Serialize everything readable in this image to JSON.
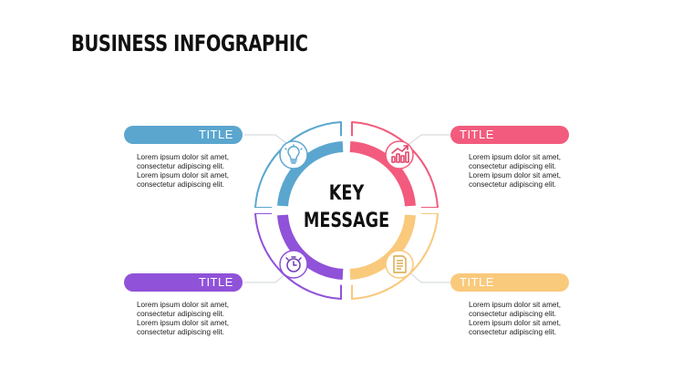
{
  "page": {
    "title": "BUSINESS INFOGRAPHIC"
  },
  "center": {
    "line1": "KEY",
    "line2": "MESSAGE"
  },
  "items": [
    {
      "title": "TITLE",
      "color": "#5aa6cf",
      "icon": "lightbulb-icon",
      "text": "Lorem ipsum dolor sit amet,\nconsectetur adipiscing elit.\nLorem ipsum dolor sit amet,\nconsectetur adipiscing elit."
    },
    {
      "title": "TITLE",
      "color": "#f25b7d",
      "icon": "growth-chart-icon",
      "text": "Lorem ipsum dolor sit amet,\nconsectetur adipiscing elit.\nLorem ipsum dolor sit amet,\nconsectetur adipiscing elit."
    },
    {
      "title": "TITLE",
      "color": "#9052d9",
      "icon": "stopwatch-icon",
      "text": "Lorem ipsum dolor sit amet,\nconsectetur adipiscing elit.\nLorem ipsum dolor sit amet,\nconsectetur adipiscing elit."
    },
    {
      "title": "TITLE",
      "color": "#f9c97c",
      "icon": "document-icon",
      "text": "Lorem ipsum dolor sit amet,\nconsectetur adipiscing elit.\nLorem ipsum dolor sit amet,\nconsectetur adipiscing elit."
    }
  ]
}
